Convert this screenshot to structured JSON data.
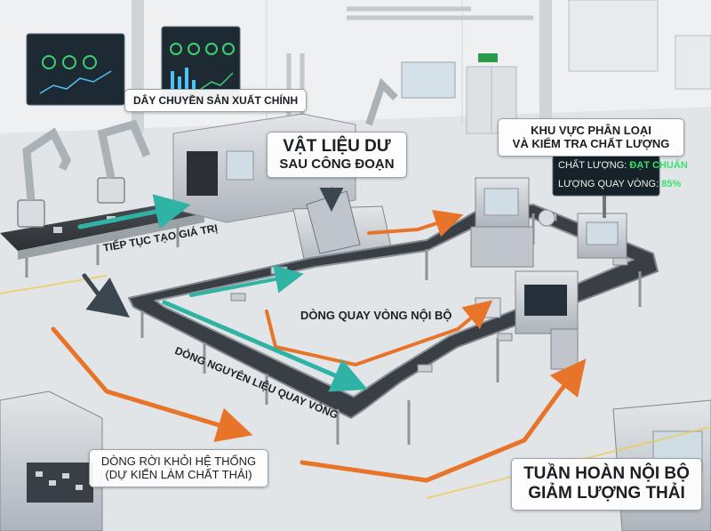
{
  "labels": {
    "main_line": "DÂY CHUYỀN SẢN XUẤT CHÍNH",
    "excess_line1": "VẬT LIỆU DƯ",
    "excess_line2": "SAU CÔNG ĐOẠN",
    "sort_line1": "KHU VỰC PHÂN LOẠI",
    "sort_line2": "VÀ KIỂM TRA CHẤT LƯỢNG",
    "continue_value": "TIẾP TỤC TẠO GIÁ TRỊ",
    "internal_flow": "DÒNG QUAY VÒNG NỘI BỘ",
    "returned_material": "DÒNG NGUYÊN LIỆU QUAY VÒNG",
    "exit_line1": "DÒNG RỜI KHỎI HỆ THỐNG",
    "exit_line2": "(DỰ KIẾN LÀM CHẤT THẢI)",
    "recycle_line1": "TUẦN HOÀN NỘI BỘ",
    "recycle_line2": "GIẢM LƯỢNG THẢI"
  },
  "qc_screen": {
    "quality_label": "CHẤT LƯỢNG:",
    "quality_value": "ĐẠT CHUẨN",
    "rate_label": "LƯỢNG QUAY VÒNG:",
    "rate_value": "85%"
  },
  "colors": {
    "flow_orange": "#e8742a",
    "flow_teal": "#2fb3a5",
    "floor": "#e4e7ea",
    "wall": "#eef0f2",
    "machine": "#c9ced3"
  }
}
